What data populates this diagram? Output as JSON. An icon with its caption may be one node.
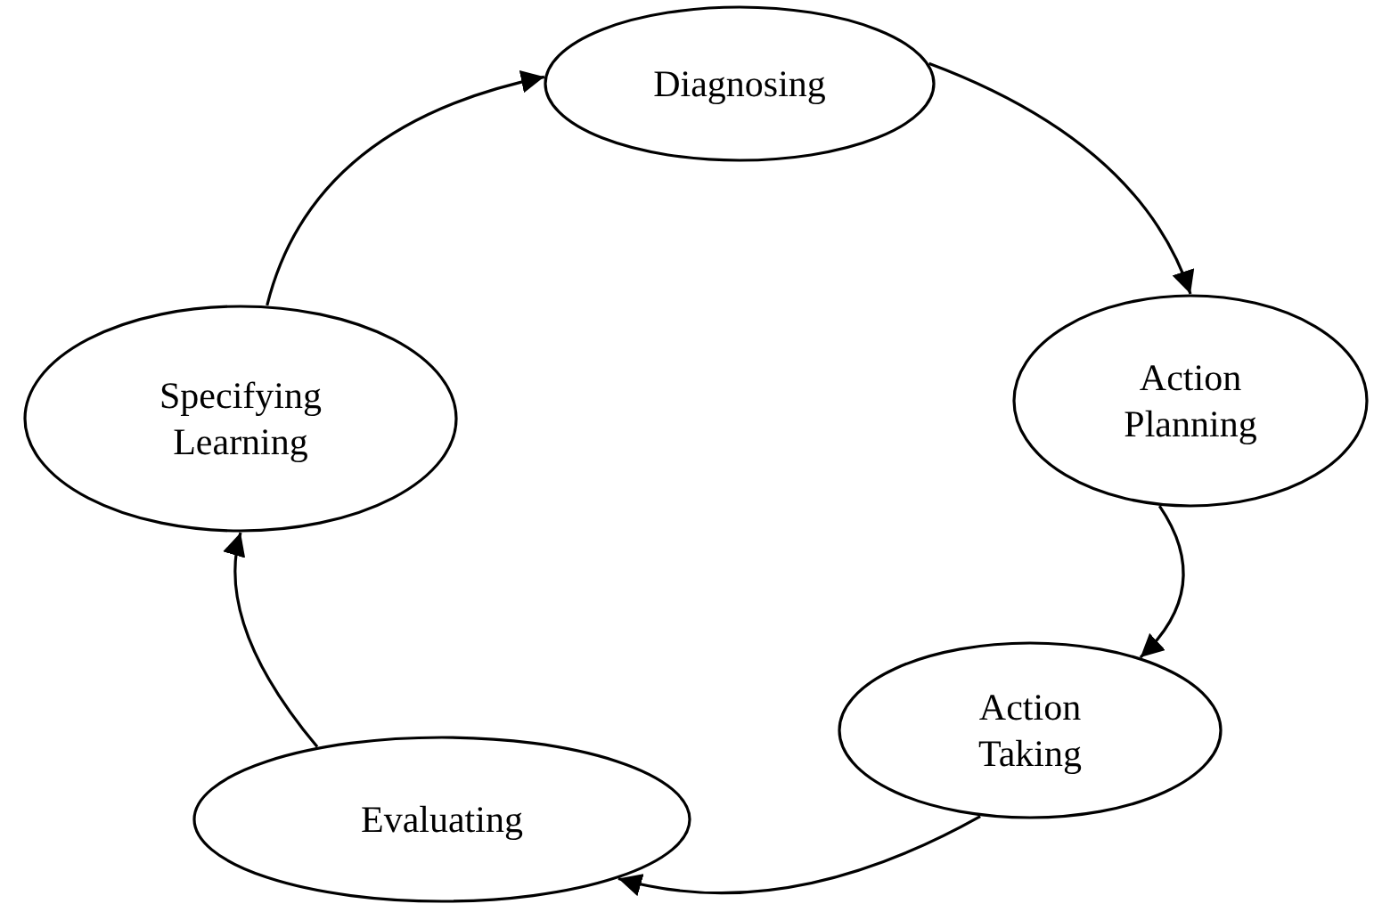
{
  "diagram": {
    "nodes": [
      {
        "text": [
          "Diagnosing"
        ]
      },
      {
        "text": [
          "Action Planning"
        ]
      },
      {
        "text": [
          "Action Taking"
        ]
      },
      {
        "text": [
          "Evaluating"
        ]
      },
      {
        "text": [
          "Specifying Learning"
        ]
      }
    ],
    "edges": [
      {
        "from": 0,
        "to": 1,
        "arrow": "to"
      },
      {
        "from": 1,
        "to": 2,
        "arrow": "to"
      },
      {
        "from": 2,
        "to": 3,
        "arrow": "to"
      },
      {
        "from": 3,
        "to": 4,
        "arrow": "to"
      },
      {
        "from": 4,
        "to": 0,
        "arrow": "to"
      }
    ]
  }
}
